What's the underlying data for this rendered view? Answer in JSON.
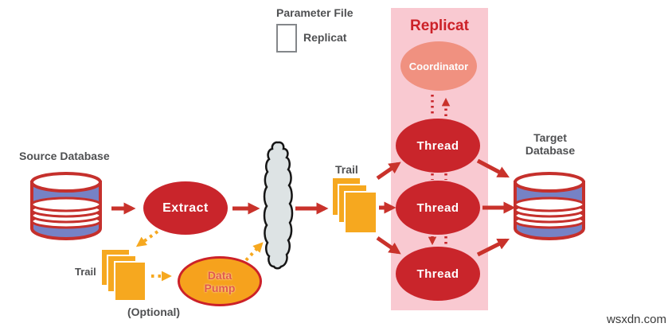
{
  "legend": {
    "title": "Parameter File",
    "item": "Replicat"
  },
  "replicat": {
    "title": "Replicat",
    "coordinator": "Coordinator",
    "threads": [
      "Thread",
      "Thread",
      "Thread"
    ]
  },
  "nodes": {
    "extract": "Extract",
    "data_pump_line1": "Data",
    "data_pump_line2": "Pump"
  },
  "labels": {
    "source_db": "Source Database",
    "target_db_line1": "Target",
    "target_db_line2": "Database",
    "trail_left": "Trail",
    "trail_right": "Trail",
    "optional": "(Optional)"
  },
  "watermark": "wsxdn.com",
  "colors": {
    "node_red": "#c9252b",
    "arrow_red": "#c9322b",
    "coordinator_salmon": "#f09180",
    "panel_pink": "#f9c9d1",
    "trail_orange": "#f6a81f",
    "data_pump_orange": "#f6a21d",
    "db_blue": "#7682c5",
    "label_gray": "#4f5052",
    "cloud_gray": "#dde3e4"
  }
}
